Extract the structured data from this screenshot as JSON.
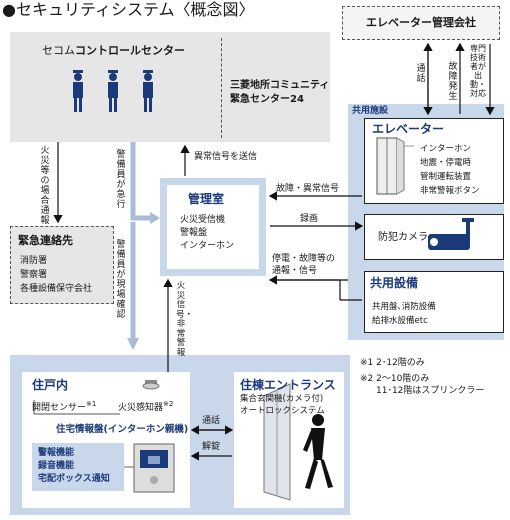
{
  "title": "●セキュリティシステム〈概念図〉",
  "secom": {
    "label_prefix": "セコム",
    "label_main": "コントロールセンター",
    "mitsubishi_line1": "三菱地所コミュニティ",
    "mitsubishi_line2": "緊急センター24"
  },
  "elevator_company": "エレベーター管理会社",
  "shared": {
    "title": "共用施設",
    "elevator_title": "エレベーター",
    "elevator_items": [
      "インターホン",
      "地震・停電時",
      "管制運転装置",
      "非常警報ボタン"
    ],
    "camera_label": "防犯カメラ",
    "equipment_title": "共用設備",
    "equipment_items": [
      "共用盤､消防設備",
      "給排水設備etc"
    ]
  },
  "kanri": {
    "title": "管理室",
    "items": [
      "火災受信機",
      "警報盤",
      "インターホン"
    ]
  },
  "emergency": {
    "title": "緊急連絡先",
    "items": [
      "消防署",
      "警察署",
      "各種設備保守会社"
    ]
  },
  "edges": {
    "fire_contact": "火災等の場合通報",
    "guard_rush": "警備員が急行",
    "guard_confirm": "警備員が現場確認",
    "abnormal_signal": "異常信号を送信",
    "fault_signal": "故障・異常信号",
    "recording": "録画",
    "power_fault": "停電・故障等の",
    "power_fault_2": "通報・信号",
    "call": "通話",
    "fault_emergency": "故障発生",
    "engineer": "専門技術者が出動・対応",
    "fire_signal": "火災信号・非常警報",
    "unit_call": "通話",
    "unlock": "解錠"
  },
  "unit": {
    "title": "住戸内",
    "door_sensor": "開閉センサー",
    "note_mark1": "※1",
    "fire_detector": "火災感知器",
    "note_mark2": "※2",
    "panel_title": "住宅情報盤(インターホン親機)",
    "features": [
      "警報機能",
      "録音機能",
      "宅配ボックス通知"
    ]
  },
  "entrance": {
    "title": "住棟エントランス",
    "line1": "集合玄関機(カメラ付)",
    "line2": "オートロックシステム"
  },
  "notes": {
    "n1": "※1 2･12階のみ",
    "n2": "※2 2～10階のみ",
    "n2b": "11･12階はスプリンクラー"
  },
  "colors": {
    "navy": "#1b3a7a",
    "panel_blue": "#c9d7ea",
    "light_gray": "#e8e8e8",
    "arrow_blue": "#b7c6dd"
  }
}
